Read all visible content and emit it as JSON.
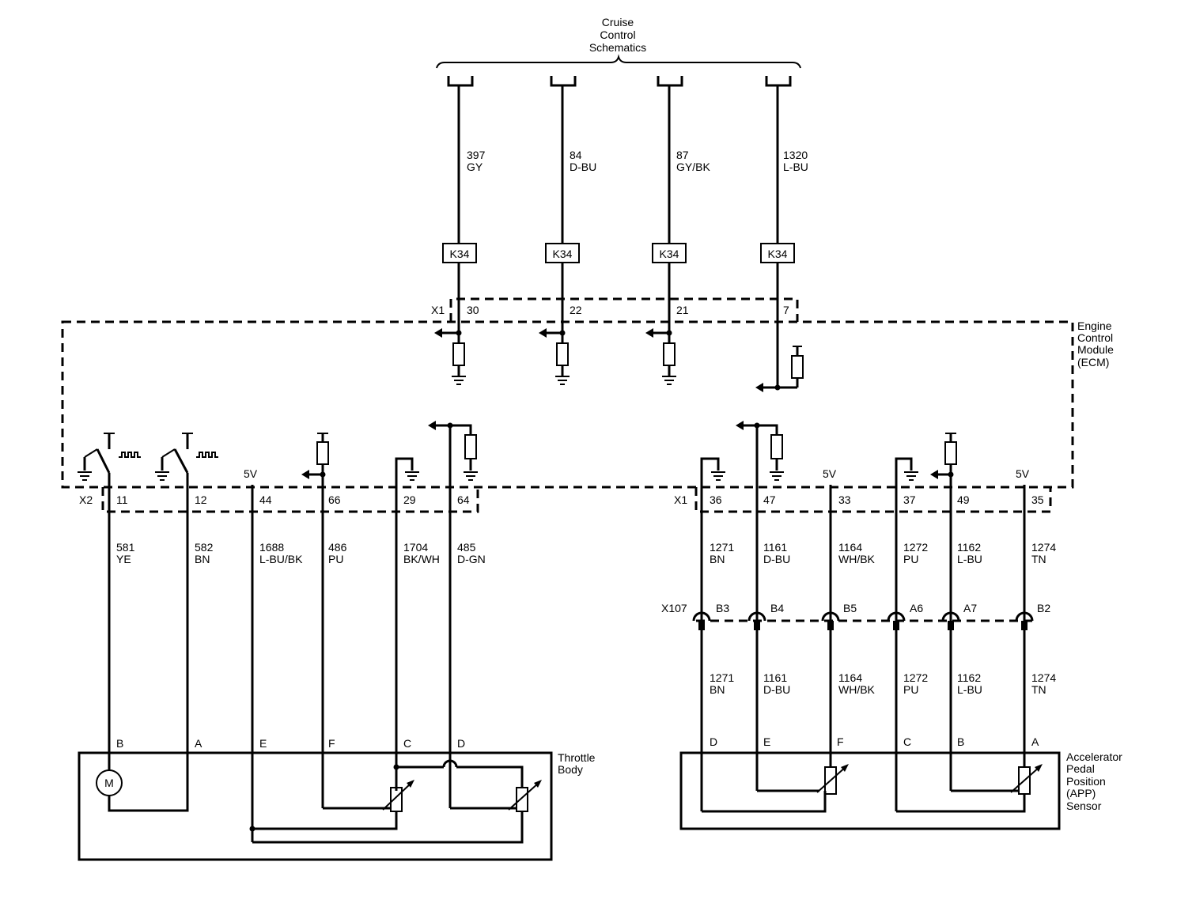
{
  "cruise": {
    "title_lines": [
      "Cruise",
      "Control",
      "Schematics"
    ]
  },
  "cruise_wires": [
    {
      "circuit": "397",
      "color": "GY",
      "splice": "K34",
      "pin": "30"
    },
    {
      "circuit": "84",
      "color": "D-BU",
      "splice": "K34",
      "pin": "22"
    },
    {
      "circuit": "87",
      "color": "GY/BK",
      "splice": "K34",
      "pin": "21"
    },
    {
      "circuit": "1320",
      "color": "L-BU",
      "splice": "K34",
      "pin": "7"
    }
  ],
  "ecm": {
    "label_lines": [
      "Engine",
      "Control",
      "Module",
      "(ECM)"
    ]
  },
  "connectors": {
    "x1_top": "X1",
    "x2": "X2",
    "x1_bottom": "X1",
    "x107": "X107"
  },
  "voltage_label": "5V",
  "throttle_wires": [
    {
      "pin": "11",
      "circuit": "581",
      "color": "YE",
      "term": "B"
    },
    {
      "pin": "12",
      "circuit": "582",
      "color": "BN",
      "term": "A"
    },
    {
      "pin": "44",
      "circuit": "1688",
      "color": "L-BU/BK",
      "term": "E"
    },
    {
      "pin": "66",
      "circuit": "486",
      "color": "PU",
      "term": "F"
    },
    {
      "pin": "29",
      "circuit": "1704",
      "color": "BK/WH",
      "term": "C"
    },
    {
      "pin": "64",
      "circuit": "485",
      "color": "D-GN",
      "term": "D"
    }
  ],
  "throttle_body": {
    "label_lines": [
      "Throttle",
      "Body"
    ],
    "motor": "M"
  },
  "app_wires": [
    {
      "pin": "36",
      "circuit": "1271",
      "color": "BN",
      "x107_pin": "B3",
      "term": "D"
    },
    {
      "pin": "47",
      "circuit": "1161",
      "color": "D-BU",
      "x107_pin": "B4",
      "term": "E"
    },
    {
      "pin": "33",
      "circuit": "1164",
      "color": "WH/BK",
      "x107_pin": "B5",
      "term": "F"
    },
    {
      "pin": "37",
      "circuit": "1272",
      "color": "PU",
      "x107_pin": "A6",
      "term": "C"
    },
    {
      "pin": "49",
      "circuit": "1162",
      "color": "L-BU",
      "x107_pin": "A7",
      "term": "B"
    },
    {
      "pin": "35",
      "circuit": "1274",
      "color": "TN",
      "x107_pin": "B2",
      "term": "A"
    }
  ],
  "app_sensor": {
    "label_lines": [
      "Accelerator",
      "Pedal",
      "Position",
      "(APP)",
      "Sensor"
    ]
  }
}
